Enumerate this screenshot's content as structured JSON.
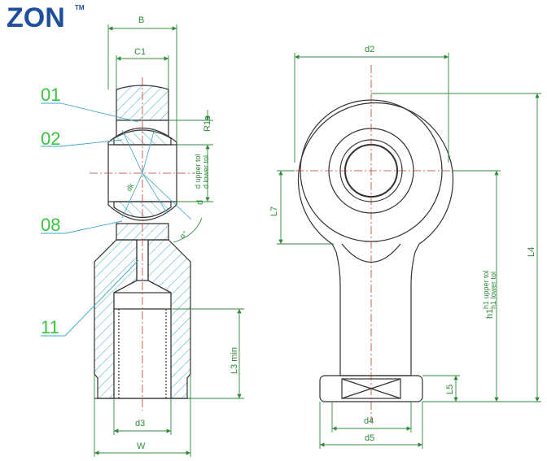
{
  "logo": {
    "text": "ZON",
    "trademark": "TM"
  },
  "callouts": [
    {
      "id": "c01",
      "label": "01"
    },
    {
      "id": "c02",
      "label": "02"
    },
    {
      "id": "c08",
      "label": "08"
    },
    {
      "id": "c11",
      "label": "11"
    }
  ],
  "dims": {
    "B": "B",
    "C1": "C1",
    "R1s": "R1s",
    "d_upper": "d upper tol",
    "d_lower": "d lower tol",
    "d": "d",
    "dk": "dk",
    "angle": "α°",
    "L3": "L3 min",
    "d3": "d3",
    "W": "W",
    "d2": "d2",
    "L7": "L7",
    "h1_upper": "h1 upper tol",
    "h1_lower": "h1 lower tol",
    "h1": "h1",
    "L4": "L4",
    "L5": "L5",
    "d4": "d4",
    "d5": "d5"
  },
  "colors": {
    "line": "#333333",
    "dimension": "#2e8b3a",
    "callout": "#39c43f",
    "centerline": "#c0392b",
    "hatch": "#3aa9c9",
    "logo": "#1f4f9c"
  }
}
